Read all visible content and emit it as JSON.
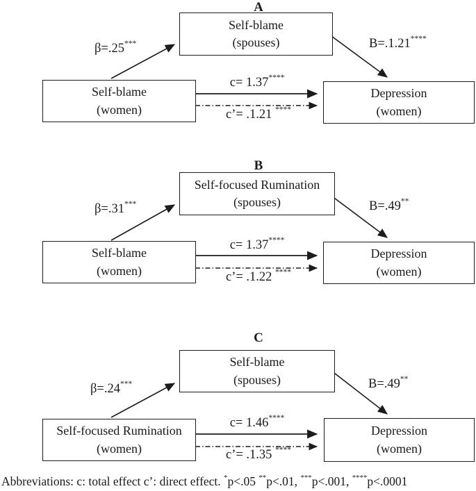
{
  "panels": [
    {
      "title": "A",
      "predictor": "Self-blame\n(women)",
      "mediator": "Self-blame\n(spouses)",
      "outcome": "Depression\n(women)",
      "path_a": {
        "base": "β=.25",
        "sup": "***"
      },
      "path_b": {
        "base": "B=.1.21",
        "sup": "****"
      },
      "path_c": {
        "base": "c= 1.37",
        "sup": "****"
      },
      "path_c_prime": {
        "base": "c’= .1.21 ",
        "sup": "****"
      }
    },
    {
      "title": "B",
      "predictor": "Self-blame\n(women)",
      "mediator": "Self-focused Rumination\n(spouses)",
      "outcome": "Depression\n(women)",
      "path_a": {
        "base": "β=.31",
        "sup": "***"
      },
      "path_b": {
        "base": "B=.49",
        "sup": "**"
      },
      "path_c": {
        "base": "c= 1.37",
        "sup": "****"
      },
      "path_c_prime": {
        "base": "c’= .1.22 ",
        "sup": "****"
      }
    },
    {
      "title": "C",
      "predictor": "Self-focused Rumination\n(women)",
      "mediator": "Self-blame\n(spouses)",
      "outcome": "Depression\n(women)",
      "path_a": {
        "base": "β=.24",
        "sup": "***"
      },
      "path_b": {
        "base": "B=.49",
        "sup": "**"
      },
      "path_c": {
        "base": "c= 1.46",
        "sup": "****"
      },
      "path_c_prime": {
        "base": "c’= .1.35 ",
        "sup": "****"
      }
    }
  ],
  "footer": {
    "s0": "Abbreviations: c: total effect c’: direct effect. ",
    "a1": "*",
    "s1": "p<.05 ",
    "a2": "**",
    "s2": "p<.01, ",
    "a3": "***",
    "s3": "p<.001, ",
    "a4": "****",
    "s4": "p<.0001"
  },
  "colors": {
    "ink": "#1c1c1c",
    "background": "#ffffff"
  }
}
